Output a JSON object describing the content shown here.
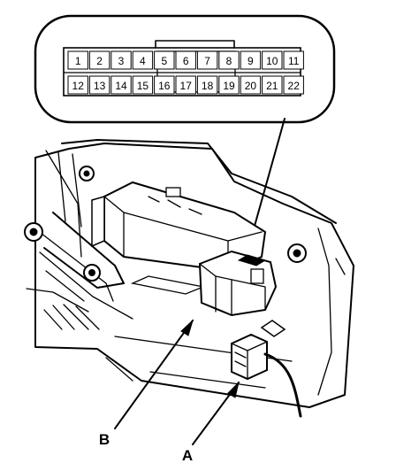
{
  "connector": {
    "pins_top": [
      "1",
      "2",
      "3",
      "4",
      "5",
      "6",
      "7",
      "8",
      "9",
      "10",
      "11"
    ],
    "pins_bottom": [
      "12",
      "13",
      "14",
      "15",
      "16",
      "17",
      "18",
      "19",
      "20",
      "21",
      "22"
    ]
  },
  "callouts": {
    "a_label": "A",
    "b_label": "B"
  }
}
